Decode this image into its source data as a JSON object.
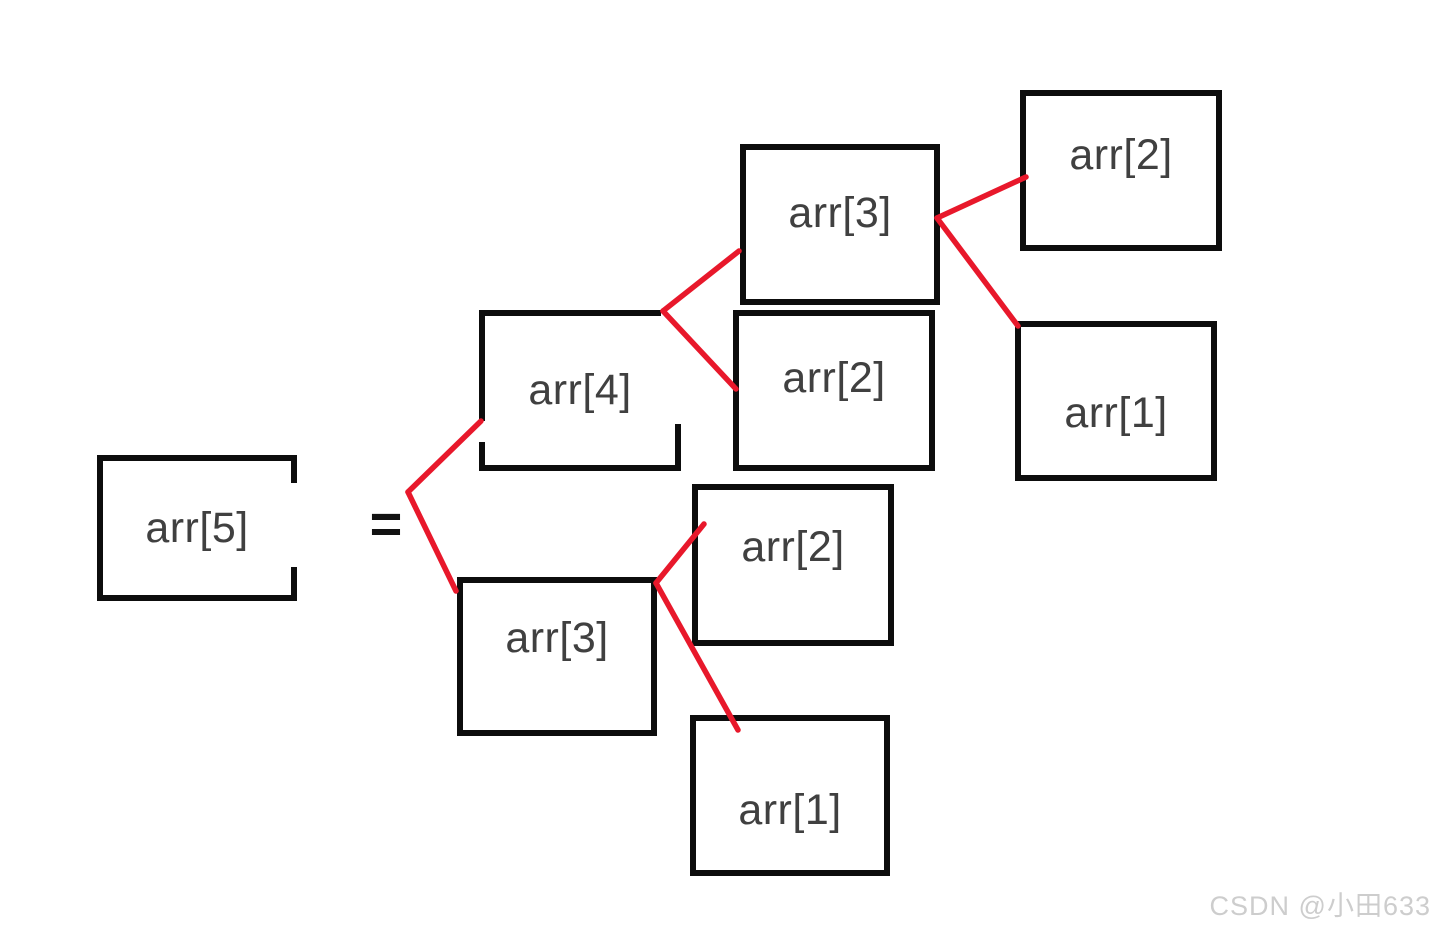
{
  "diagram": {
    "description": "Recursion tree diagram: arr[5] expands into arr[4] and arr[3]; each recursively expands into smaller subproblems",
    "equals_sign": "=",
    "colors": {
      "box_border": "#0d0d0d",
      "label_text": "#404040",
      "connector_red": "#e8182b",
      "watermark_gray": "#cdcdcd",
      "background": "#ffffff"
    },
    "nodes": [
      {
        "id": "arr5",
        "label": "arr[5]"
      },
      {
        "id": "arr4",
        "label": "arr[4]"
      },
      {
        "id": "arr3-top",
        "label": "arr[3]"
      },
      {
        "id": "arr2-top-right",
        "label": "arr[2]"
      },
      {
        "id": "arr1-right",
        "label": "arr[1]"
      },
      {
        "id": "arr2-mid",
        "label": "arr[2]"
      },
      {
        "id": "arr2-bottom",
        "label": "arr[2]"
      },
      {
        "id": "arr3-bottom",
        "label": "arr[3]"
      },
      {
        "id": "arr1-bottom",
        "label": "arr[1]"
      }
    ],
    "edges": [
      {
        "from": "arr5",
        "to": "arr4"
      },
      {
        "from": "arr5",
        "to": "arr3-bottom"
      },
      {
        "from": "arr4",
        "to": "arr3-top"
      },
      {
        "from": "arr4",
        "to": "arr2-mid"
      },
      {
        "from": "arr3-top",
        "to": "arr2-top-right"
      },
      {
        "from": "arr3-top",
        "to": "arr1-right"
      },
      {
        "from": "arr3-bottom",
        "to": "arr2-bottom"
      },
      {
        "from": "arr3-bottom",
        "to": "arr1-bottom"
      }
    ]
  },
  "watermark": {
    "text": "CSDN @小田633"
  }
}
